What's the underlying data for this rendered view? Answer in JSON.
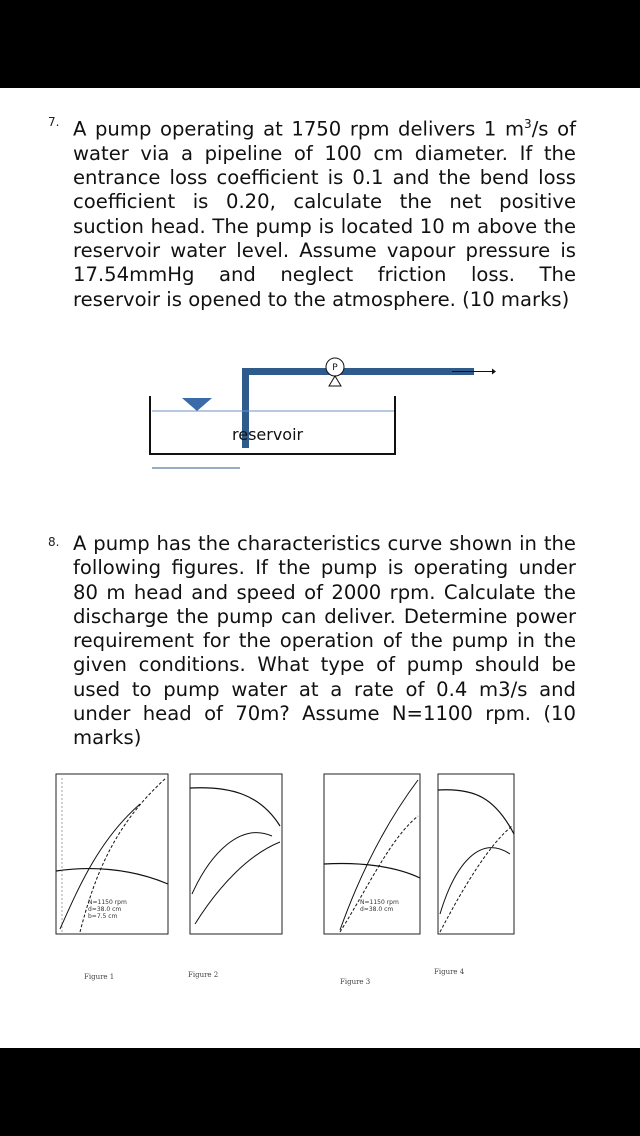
{
  "questions": [
    {
      "number": "7.",
      "text_before_sup": "A pump operating at 1750 rpm delivers 1 m",
      "sup": "3",
      "text_after_sup": "/s of water via a pipeline of 100 cm diameter. If the entrance loss coefficient is 0.1 and the bend loss coefficient is 0.20, calculate the net positive suction head. The pump is located 10 m above the reservoir water level. Assume vapour pressure is 17.54mmHg and neglect friction loss. The reservoir is opened to the atmosphere. (10 marks)"
    },
    {
      "number": "8.",
      "text": "A pump has the characteristics curve shown in the following figures. If the pump is operating under 80 m head and speed of 2000 rpm. Calculate the discharge the pump can deliver. Determine power requirement for the operation of the pump in the given conditions. What type of pump should be used to pump water at a rate of 0.4 m3/s and under head of 70m? Assume N=1100 rpm. (10 marks)"
    }
  ],
  "diagram": {
    "reservoir_label": "reservoir",
    "pump_label": "P"
  },
  "figures": [
    {
      "caption": "Figure 1"
    },
    {
      "caption": "Figure 2"
    },
    {
      "caption": "Figure 3"
    },
    {
      "caption": "Figure 4"
    }
  ],
  "colors": {
    "pipe": "#2f5a8c",
    "water_line": "#6f93c0",
    "water_marker": "#3a6aa8"
  }
}
